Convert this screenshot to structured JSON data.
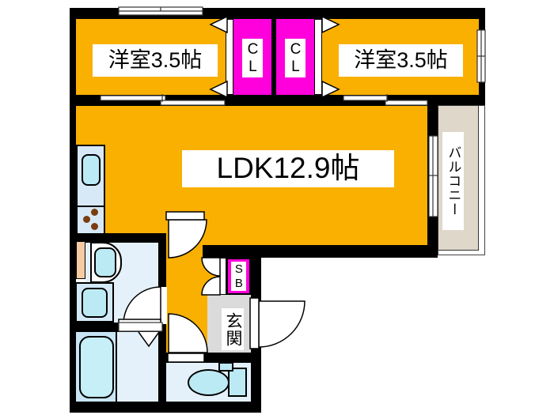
{
  "plan": {
    "bedroom_top_left": {
      "label": "洋室3.5帖",
      "area_tatami": 3.5
    },
    "bedroom_top_right": {
      "label": "洋室3.5帖",
      "area_tatami": 3.5
    },
    "ldk": {
      "label": "LDK12.9帖",
      "area_tatami": 12.9
    },
    "closet_left": {
      "label": "CL"
    },
    "closet_right": {
      "label": "CL"
    },
    "shoe_box": {
      "label": "SB"
    },
    "entrance": {
      "label": "玄関"
    },
    "balcony": {
      "label": "バルコニー"
    }
  },
  "colors": {
    "wall": "#000000",
    "room_orange": "#F9B000",
    "closet_magenta": "#FF00DC",
    "balcony_beige": "#DED7CA",
    "entrance_gray": "#DBDBDB",
    "floor_blue": "#E4F1FB",
    "floor_blue_dark": "#C9E5F4",
    "counter_blue": "#D7E9F7",
    "washer_blue": "#D3E9F7",
    "fixture_cyan": "#BCEAF4",
    "tub_cyan": "#C6EFF7",
    "accent_peach": "#F6CBA2",
    "burner_brown": "#7A3C10",
    "label_bg": "#FFFFFF",
    "label_text": "#000000"
  }
}
